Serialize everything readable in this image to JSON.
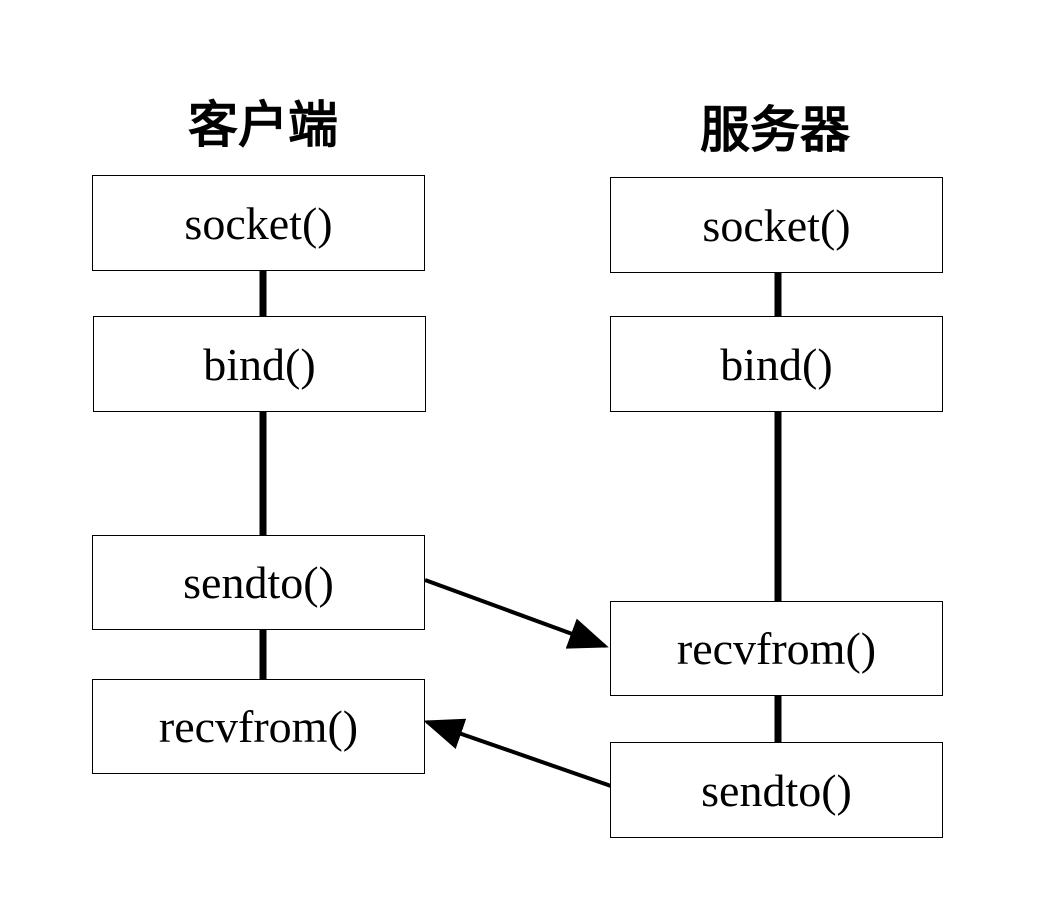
{
  "client": {
    "title": "客户端",
    "steps": {
      "socket": "socket()",
      "bind": "bind()",
      "sendto": "sendto()",
      "recvfrom": "recvfrom()"
    }
  },
  "server": {
    "title": "服务器",
    "steps": {
      "socket": "socket()",
      "bind": "bind()",
      "recvfrom": "recvfrom()",
      "sendto": "sendto()"
    }
  },
  "colors": {
    "stroke": "#000000",
    "background": "#ffffff"
  }
}
